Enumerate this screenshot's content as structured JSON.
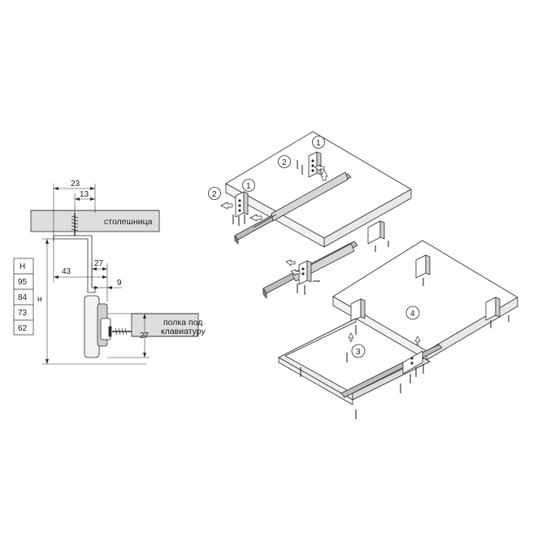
{
  "labels": {
    "countertop": "столешница",
    "keyboard_shelf_line1": "полка под",
    "keyboard_shelf_line2": "клавиатуру",
    "height_symbol": "н"
  },
  "dimensions": {
    "d23": "23",
    "d13": "13",
    "d27_top": "27",
    "d43": "43",
    "d9": "9",
    "d27_side": "27"
  },
  "height_table": {
    "header": "H",
    "values": [
      "95",
      "84",
      "73",
      "62"
    ]
  },
  "steps": {
    "s1a": "1",
    "s2a": "2",
    "s1b": "1",
    "s2b": "2",
    "s3": "3",
    "s4": "4"
  },
  "colors": {
    "line": "#2a2a2a",
    "panel_fill": "#ffffff",
    "band_fill": "#dedede",
    "slide_fill": "#bdbdbd",
    "hatch": "#9a9a9a"
  }
}
